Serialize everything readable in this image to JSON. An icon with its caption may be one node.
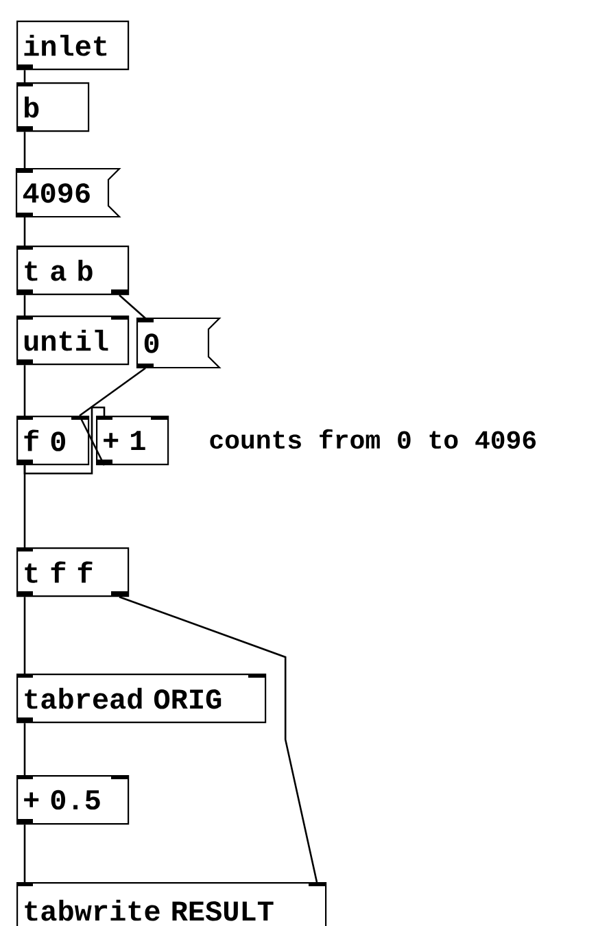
{
  "diagram": {
    "nodes": [
      {
        "text": [
          "inlet"
        ]
      },
      {
        "text": [
          "b"
        ]
      },
      {
        "text": [
          "4096"
        ]
      },
      {
        "text": [
          "t a b"
        ]
      },
      {
        "text": [
          "until"
        ]
      },
      {
        "text": [
          "0"
        ]
      },
      {
        "text": [
          "f 0"
        ]
      },
      {
        "text": [
          "+ 1"
        ]
      },
      {
        "text": [
          "t f f"
        ]
      },
      {
        "text": [
          "tabread ORIG"
        ]
      },
      {
        "text": [
          "+ 0.5"
        ]
      },
      {
        "text": [
          "tabwrite RESULT"
        ]
      }
    ],
    "edges": [
      {
        "from": 0,
        "to": 1,
        "arrow": "none"
      },
      {
        "from": 1,
        "to": 2,
        "arrow": "none"
      },
      {
        "from": 2,
        "to": 3,
        "arrow": "none"
      },
      {
        "from": 3,
        "to": 4,
        "arrow": "none"
      },
      {
        "from": 3,
        "to": 5,
        "arrow": "none"
      },
      {
        "from": 4,
        "to": 6,
        "arrow": "none"
      },
      {
        "from": 5,
        "to": 6,
        "arrow": "none"
      },
      {
        "from": 6,
        "to": 7,
        "arrow": "none"
      },
      {
        "from": 7,
        "to": 6,
        "arrow": "none"
      },
      {
        "from": 6,
        "to": 8,
        "arrow": "none"
      },
      {
        "from": 8,
        "to": 9,
        "arrow": "none"
      },
      {
        "from": 8,
        "to": 11,
        "arrow": "none"
      },
      {
        "from": 9,
        "to": 10,
        "arrow": "none"
      },
      {
        "from": 10,
        "to": 11,
        "arrow": "none"
      }
    ],
    "labels": [
      "counts from 0 to 4096"
    ]
  }
}
